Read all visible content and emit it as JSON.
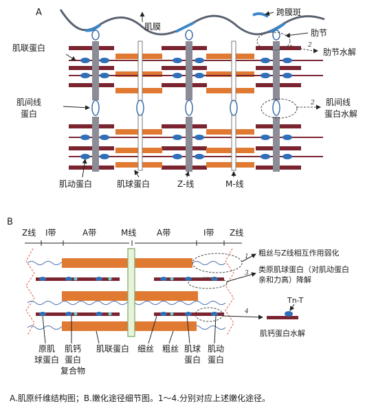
{
  "panel_a": {
    "letter": "A",
    "labels": {
      "sarcolemma": "肌膜",
      "costamere": "跨膜斑",
      "rib_node": "肋节",
      "rib_hydrolysis": "肋节水解",
      "nebulin": "肌联蛋白",
      "desmin_l1": "肌间线",
      "desmin_l2": "蛋白",
      "desmin_hyd_l1": "肌间线",
      "desmin_hyd_l2": "蛋白水解",
      "actin": "肌动蛋白",
      "myosin": "肌球蛋白",
      "z_line": "Z-线",
      "m_line": "M-线"
    },
    "path_numbers": {
      "n2a": "2",
      "n2b": "2"
    }
  },
  "panel_b": {
    "letter": "B",
    "bands": {
      "z1": "Z线",
      "i1": "I带",
      "a1": "A带",
      "m": "M线",
      "a2": "A带",
      "i2": "I带",
      "z2": "Z线"
    },
    "annotations": {
      "ann1": "粗丝与Z线相互作用弱化",
      "ann3_l1": "类原肌球蛋白（对肌动蛋白",
      "ann3_l2": "亲和力高）降解",
      "tnt": "Tn-T",
      "ann4": "肌钙蛋白水解"
    },
    "path_numbers": {
      "n1": "1",
      "n3": "3",
      "n4": "4"
    },
    "bottom_labels": {
      "tropomyosin_l1": "原肌",
      "tropomyosin_l2": "球蛋白",
      "troponin_l1": "肌钙",
      "troponin_l2": "蛋白",
      "troponin_l3": "复合物",
      "nebulin": "肌联蛋白",
      "thin": "细丝",
      "thick": "粗丝",
      "myosin_l1": "肌球",
      "myosin_l2": "蛋白",
      "actin_l1": "肌动",
      "actin_l2": "蛋白"
    }
  },
  "caption": "A.肌原纤维结构图；B.嫩化途径细节图。1～4.分别对应上述嫩化途径。",
  "colors": {
    "thick_filament": "#e07a33",
    "thin_filament": "#7a2430",
    "z_disc": "#8c8c96",
    "actin_bead": "#2f6fb8",
    "membrane": "#5a6270",
    "m_line_fill": "#e8f3dc"
  }
}
